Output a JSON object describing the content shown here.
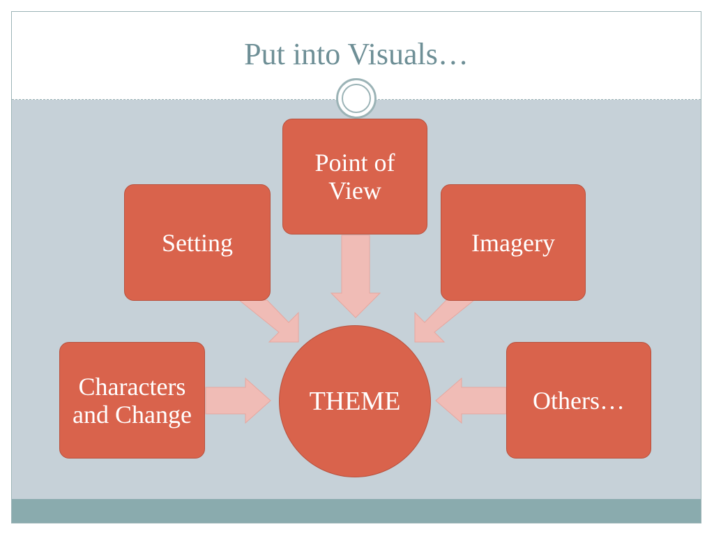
{
  "slide": {
    "title": "Put into Visuals…"
  },
  "diagram": {
    "center": "THEME",
    "nodes": {
      "point_of_view": "Point of View",
      "setting": "Setting",
      "imagery": "Imagery",
      "characters_and_change": "Characters and Change",
      "others": "Others…"
    }
  },
  "colors": {
    "node_fill": "#d9634c",
    "arrow_fill": "#f0bcb6",
    "title_text": "#6e8f96",
    "content_background": "#c6d1d8",
    "footer_bar": "#8aabae"
  }
}
